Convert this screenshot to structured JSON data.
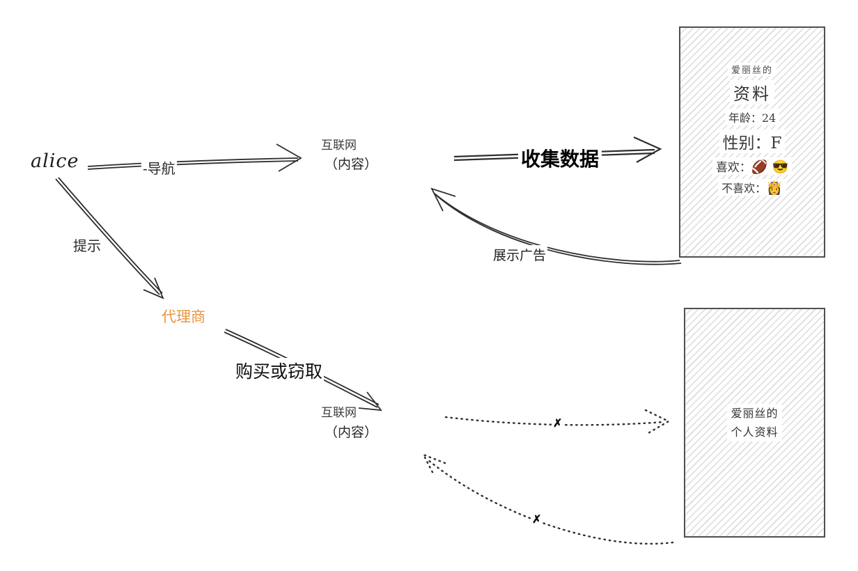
{
  "nodes": {
    "alice": {
      "label": "alice"
    },
    "internet_top": {
      "name": "互联网",
      "subtitle": "（内容）"
    },
    "agent": {
      "label": "代理商"
    },
    "internet_bottom": {
      "name": "互联网",
      "subtitle": "（内容）"
    }
  },
  "edges": {
    "navigate": {
      "label": "-导航"
    },
    "collect_data": {
      "label": "收集数据"
    },
    "show_ads": {
      "label": "展示广告"
    },
    "prompt": {
      "label": "提示"
    },
    "buy_or_steal": {
      "label": "购买或窃取"
    },
    "blocked_mark": "✗"
  },
  "cards": {
    "alice_profile": {
      "owner": "爱丽丝的",
      "title": "资料",
      "rows": {
        "age_label": "年龄：",
        "age_value": "24",
        "gender_label": "性别：",
        "gender_value": "F",
        "likes_label": "喜欢：",
        "likes_value": "🏈 😎",
        "dislikes_label": "不喜欢：",
        "dislikes_value": "👸"
      }
    },
    "alice_personal_profile": {
      "line1": "爱丽丝的",
      "line2": "个人资料"
    }
  },
  "colors": {
    "agent_text": "#e8953f",
    "ink": "#2e2e2e",
    "hatch": "#dbdbdb"
  }
}
